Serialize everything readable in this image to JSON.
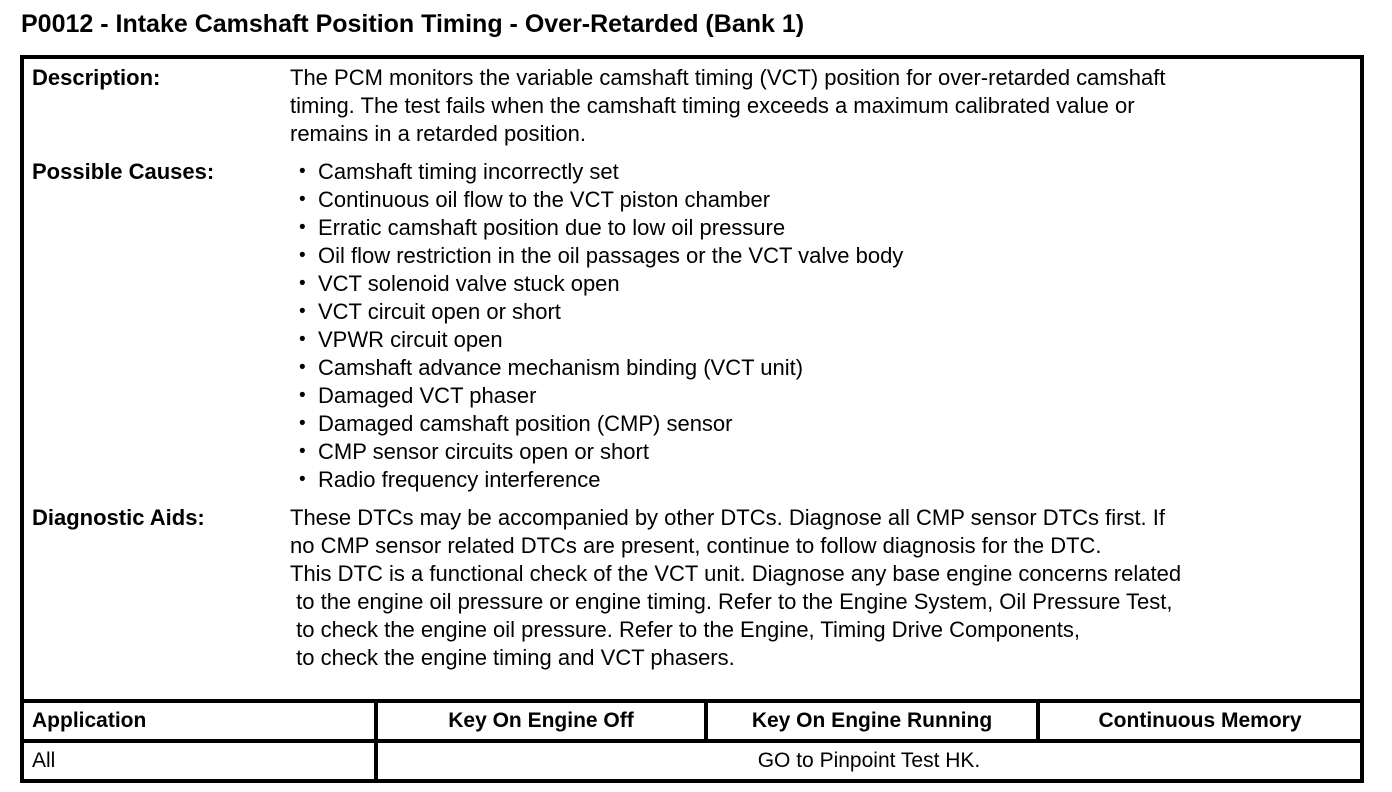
{
  "page_title": "P0012 - Intake Camshaft Position Timing - Over-Retarded (Bank 1)",
  "colors": {
    "text": "#000000",
    "background": "#ffffff",
    "border": "#000000"
  },
  "sections": {
    "description": {
      "label": "Description:",
      "lines": [
        "The PCM monitors the variable camshaft timing (VCT) position for over-retarded camshaft",
        "timing. The test fails when the camshaft timing exceeds a maximum calibrated value or",
        "remains in a retarded position."
      ]
    },
    "possible_causes": {
      "label": "Possible Causes:",
      "bullet_glyph": "•",
      "items": [
        "Camshaft timing incorrectly set",
        "Continuous oil flow to the VCT piston chamber",
        "Erratic camshaft position due to low oil pressure",
        "Oil flow restriction in the oil passages or the VCT valve body",
        "VCT solenoid valve stuck open",
        "VCT circuit open or short",
        "VPWR circuit open",
        "Camshaft advance mechanism binding (VCT unit)",
        "Damaged VCT phaser",
        "Damaged camshaft position (CMP) sensor",
        "CMP sensor circuits open or short",
        "Radio frequency interference"
      ]
    },
    "diagnostic_aids": {
      "label": "Diagnostic Aids:",
      "lines": [
        "These DTCs may be accompanied by other DTCs. Diagnose all CMP sensor DTCs first. If",
        "no CMP sensor related DTCs are present, continue to follow diagnosis for the DTC.",
        "This DTC is a functional check of the VCT unit. Diagnose any base engine concerns related",
        " to the engine oil pressure or engine timing. Refer to the Engine System, Oil Pressure Test,",
        " to check the engine oil pressure. Refer to the Engine, Timing Drive Components,",
        " to check the engine timing and VCT phasers."
      ]
    }
  },
  "application_table": {
    "headers": [
      "Application",
      "Key On Engine Off",
      "Key On Engine Running",
      "Continuous Memory"
    ],
    "rows": [
      {
        "application": "All",
        "action": "GO to Pinpoint Test HK."
      }
    ]
  }
}
